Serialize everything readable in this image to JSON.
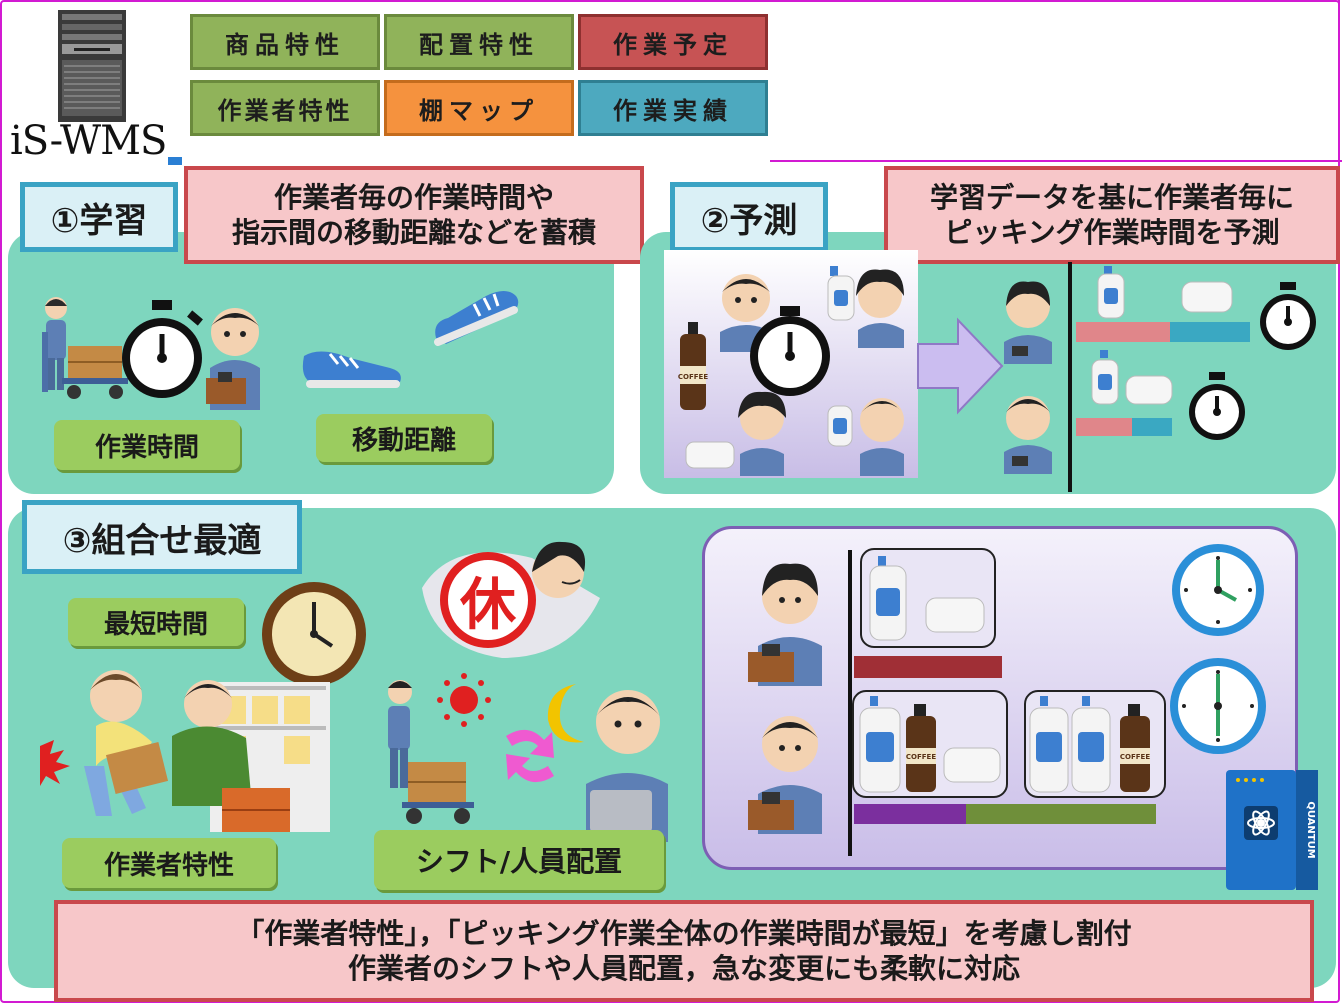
{
  "logo": {
    "text": "iS-WMS"
  },
  "categories": [
    {
      "label": "商品特性",
      "color": "green"
    },
    {
      "label": "配置特性",
      "color": "green"
    },
    {
      "label": "作業予定",
      "color": "red"
    },
    {
      "label": "作業者特性",
      "color": "green"
    },
    {
      "label": "棚マップ",
      "color": "orange"
    },
    {
      "label": "作業実績",
      "color": "blue"
    }
  ],
  "section1": {
    "title": "①学習",
    "callout_line1": "作業者毎の作業時間や",
    "callout_line2": "指示間の移動距離などを蓄積",
    "label_time": "作業時間",
    "label_distance": "移動距離"
  },
  "section2": {
    "title": "②予測",
    "callout_line1": "学習データを基に作業者毎に",
    "callout_line2": "ピッキング作業時間を予測",
    "coffee_label": "COFFEE"
  },
  "section3": {
    "title": "③組合せ最適",
    "label_shortest": "最短時間",
    "label_worker": "作業者特性",
    "label_shift": "シフト/人員配置",
    "rest_char": "休",
    "coffee_label": "COFFEE",
    "quantum_label": "QUANTUM"
  },
  "bottom": {
    "line1": "「作業者特性」，「ピッキング作業全体の作業時間が最短」を考慮し割付",
    "line2": "作業者のシフトや人員配置，急な変更にも柔軟に対応"
  },
  "colors": {
    "panel": "#7ed6be",
    "callout_bg": "#f7c7c9",
    "callout_border": "#c9484c",
    "step_border": "#3aa3c4",
    "frame": "#d21ad2"
  }
}
